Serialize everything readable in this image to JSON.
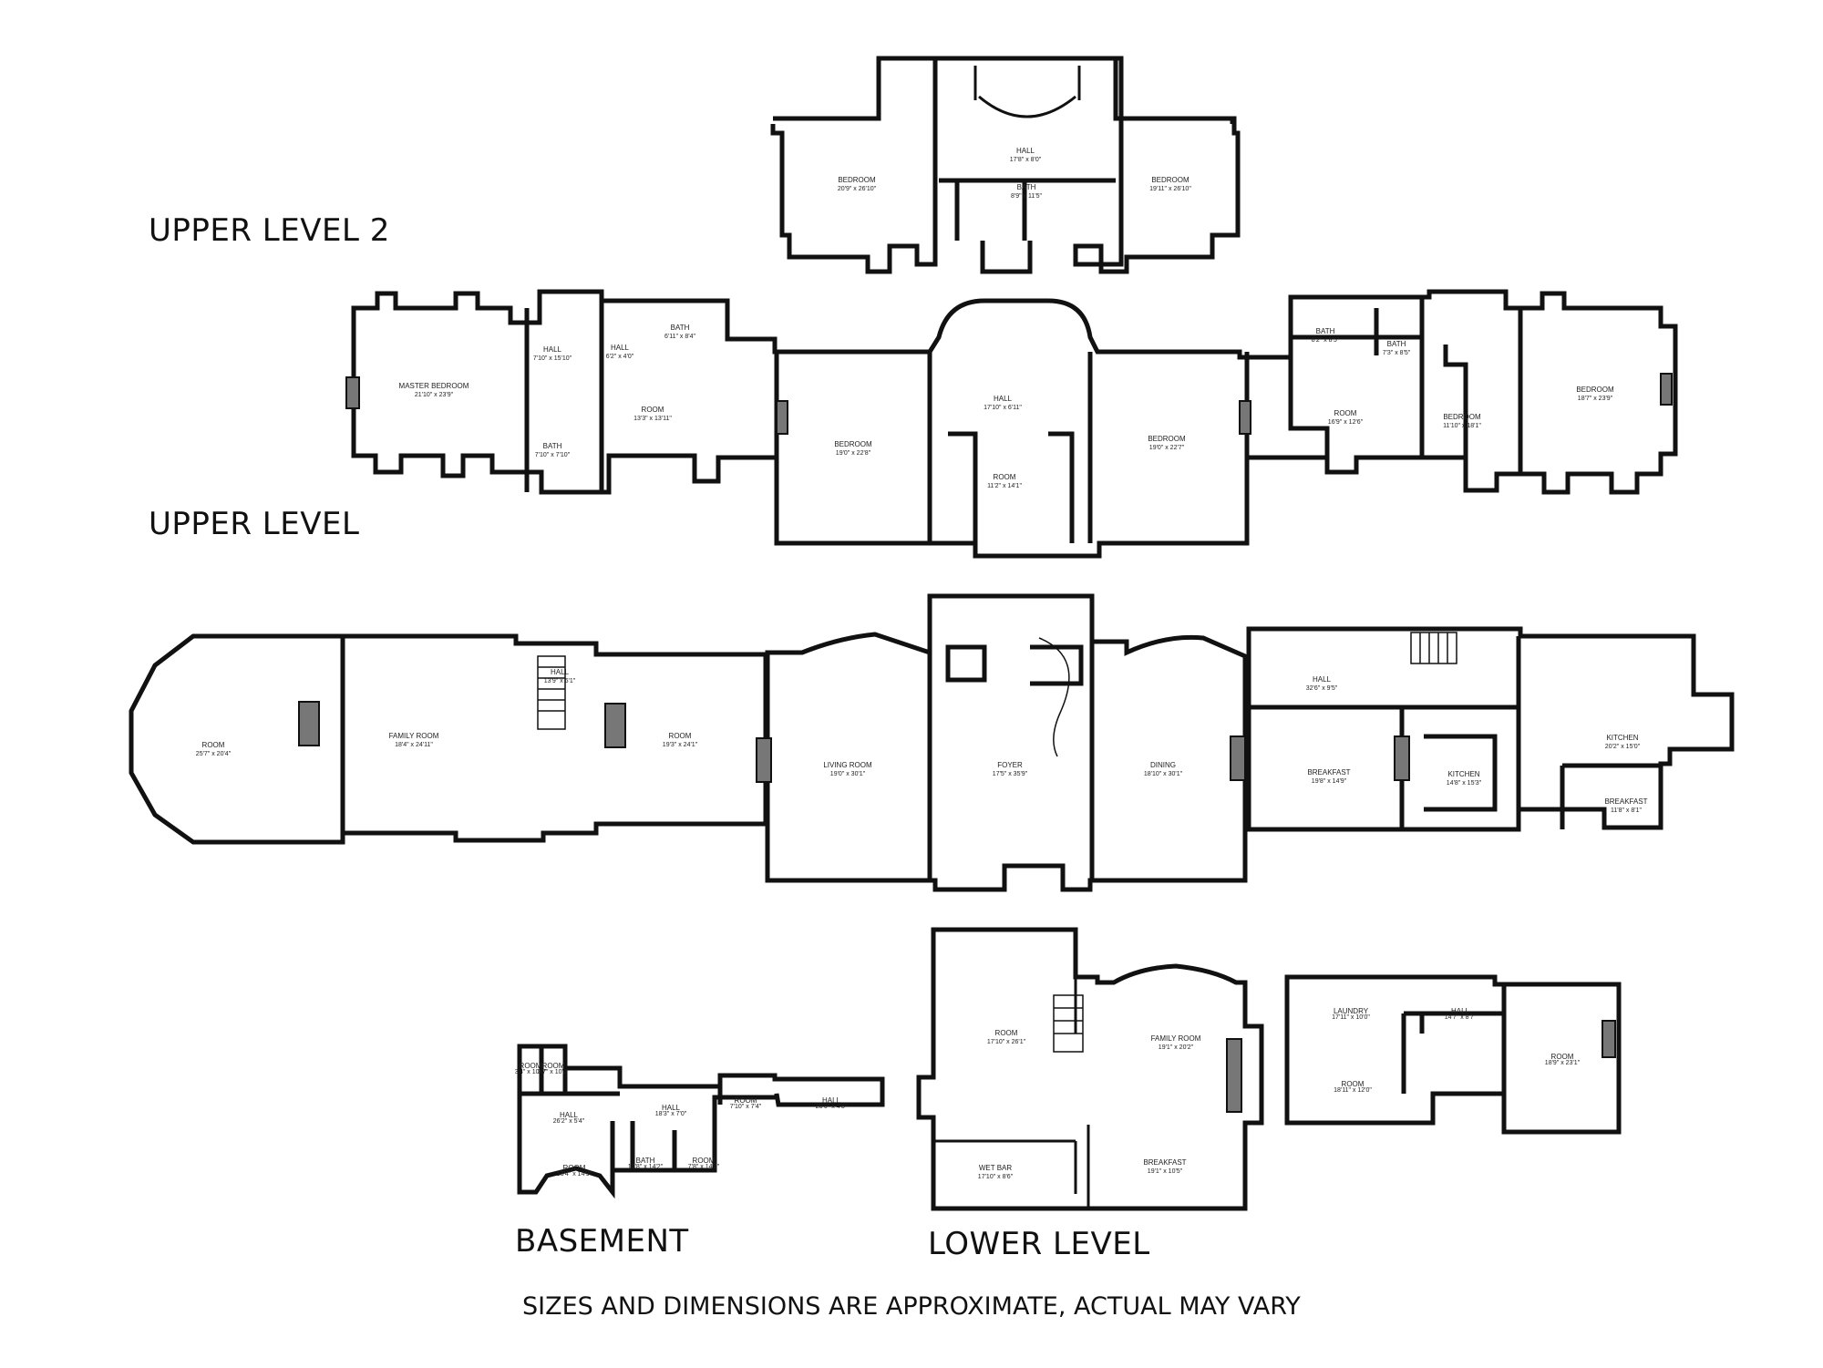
{
  "labels": {
    "upper_level_2": "UPPER LEVEL 2",
    "upper_level": "UPPER LEVEL",
    "basement": "BASEMENT",
    "lower_level": "LOWER LEVEL",
    "disclaimer": "SIZES AND DIMENSIONS ARE APPROXIMATE, ACTUAL MAY VARY"
  },
  "rooms": [
    {
      "name": "BEDROOM",
      "dim": "20'9\" x 26'10\""
    },
    {
      "name": "HALL",
      "dim": "17'8\" x 8'0\""
    },
    {
      "name": "BATH",
      "dim": "8'9\" x 11'5\""
    },
    {
      "name": "BEDROOM",
      "dim": "19'11\" x 26'10\""
    },
    {
      "name": "MASTER BEDROOM",
      "dim": "21'10\" x 23'9\""
    },
    {
      "name": "HALL",
      "dim": "7'10\" x 15'10\""
    },
    {
      "name": "HALL",
      "dim": "6'2\" x 4'0\""
    },
    {
      "name": "BATH",
      "dim": "6'11\" x 8'4\""
    },
    {
      "name": "ROOM",
      "dim": "13'3\" x 13'11\""
    },
    {
      "name": "BATH",
      "dim": "7'10\" x 7'10\""
    },
    {
      "name": "BEDROOM",
      "dim": "19'0\" x 22'8\""
    },
    {
      "name": "HALL",
      "dim": "17'10\" x 6'11\""
    },
    {
      "name": "ROOM",
      "dim": "11'2\" x 14'1\""
    },
    {
      "name": "BEDROOM",
      "dim": "19'0\" x 22'7\""
    },
    {
      "name": "BATH",
      "dim": "8'2\" x 8'5\""
    },
    {
      "name": "BATH",
      "dim": "7'3\" x 8'5\""
    },
    {
      "name": "ROOM",
      "dim": "16'9\" x 12'6\""
    },
    {
      "name": "BEDROOM",
      "dim": "11'10\" x 18'1\""
    },
    {
      "name": "BEDROOM",
      "dim": "18'7\" x 23'9\""
    },
    {
      "name": "ROOM",
      "dim": "25'7\" x 20'4\""
    },
    {
      "name": "FAMILY ROOM",
      "dim": "18'4\" x 24'11\""
    },
    {
      "name": "HALL",
      "dim": "13'9\" x 6'1\""
    },
    {
      "name": "ROOM",
      "dim": "19'3\" x 24'1\""
    },
    {
      "name": "LIVING ROOM",
      "dim": "19'0\" x 30'1\""
    },
    {
      "name": "FOYER",
      "dim": "17'5\" x 35'9\""
    },
    {
      "name": "DINING",
      "dim": "18'10\" x 30'1\""
    },
    {
      "name": "HALL",
      "dim": "32'6\" x 9'5\""
    },
    {
      "name": "BREAKFAST",
      "dim": "19'8\" x 14'9\""
    },
    {
      "name": "KITCHEN",
      "dim": "14'8\" x 15'3\""
    },
    {
      "name": "KITCHEN",
      "dim": "20'2\" x 15'0\""
    },
    {
      "name": "BREAKFAST",
      "dim": "11'8\" x 8'1\""
    },
    {
      "name": "ROOM",
      "dim": "17'10\" x 26'1\""
    },
    {
      "name": "FAMILY ROOM",
      "dim": "19'1\" x 20'2\""
    },
    {
      "name": "WET BAR",
      "dim": "17'10\" x 8'6\""
    },
    {
      "name": "BREAKFAST",
      "dim": "19'1\" x 10'5\""
    },
    {
      "name": "LAUNDRY",
      "dim": "17'11\" x 10'0\""
    },
    {
      "name": "HALL",
      "dim": "14'7\" x 8'7\""
    },
    {
      "name": "ROOM",
      "dim": "18'11\" x 12'0\""
    },
    {
      "name": "ROOM",
      "dim": "18'9\" x 23'1\""
    },
    {
      "name": "ROOM",
      "dim": "3'4\" x 10'0\""
    },
    {
      "name": "ROOM",
      "dim": "3'7\" x 10'0\""
    },
    {
      "name": "HALL",
      "dim": "26'2\" x 5'4\""
    },
    {
      "name": "HALL",
      "dim": "18'3\" x 7'0\""
    },
    {
      "name": "ROOM",
      "dim": "7'10\" x 7'4\""
    },
    {
      "name": "HALL",
      "dim": "20'0\" x 4'8\""
    },
    {
      "name": "ROOM",
      "dim": "13'4\" x 14'9\""
    },
    {
      "name": "BATH",
      "dim": "10'8\" x 14'2\""
    },
    {
      "name": "ROOM",
      "dim": "7'8\" x 14'2\""
    }
  ]
}
